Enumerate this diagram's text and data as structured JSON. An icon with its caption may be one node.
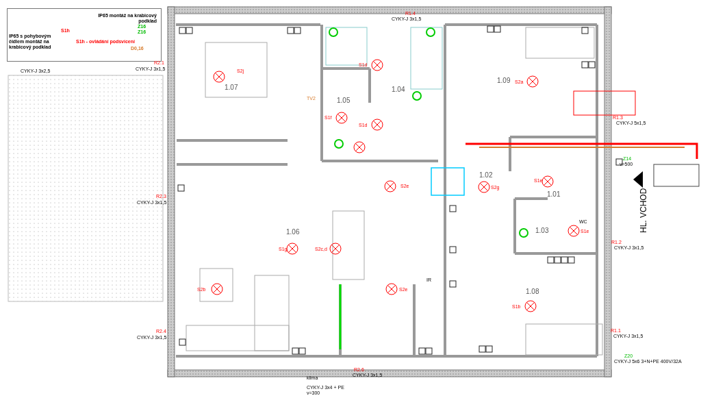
{
  "diagram": {
    "nodes": [
      {
        "text": [
          "IP65 montáž na krabicový podklad",
          "Z16",
          "Z16",
          "S1h",
          "IP65 s pohybovým čidlem montáž na krabicový podklad",
          "S1h - ovládání podsvícení",
          "D0,16"
        ]
      }
    ],
    "labels": [
      "CYKY-J 3x2,5",
      "CYKY-J 3x1,5",
      "R2.1",
      "R1.4",
      "CYKY-J 3x1,5",
      "1.07",
      "1.05",
      "1.04",
      "1.09",
      "1.02",
      "1.01",
      "1.03",
      "1.06",
      "1.08",
      "HL. VCHOD",
      "R1.3",
      "CYKY-J 5x1,5",
      "R1.2",
      "CYKY-J 3x1,5",
      "R1.1",
      "CYKY-J 3x1,5",
      "Z20",
      "CYKY-J 5x6 3+N+PE 400V/32A",
      "klima",
      "CYKY-J 3x4 + PE",
      "v=300",
      "R2.6",
      "CYKY-J 3x1,5",
      "R2.3",
      "CYKY-J 3x1,5",
      "R2.4",
      "CYKY-J 3x1,5",
      "WC",
      "IR",
      "TV2",
      "Z14",
      "v=500",
      "S2j",
      "S1f",
      "S1d",
      "S1d",
      "S2e",
      "S2g",
      "S1e",
      "S1e",
      "S1b",
      "S1g",
      "S2c,d",
      "S2b",
      "S2e",
      "S2a"
    ]
  }
}
